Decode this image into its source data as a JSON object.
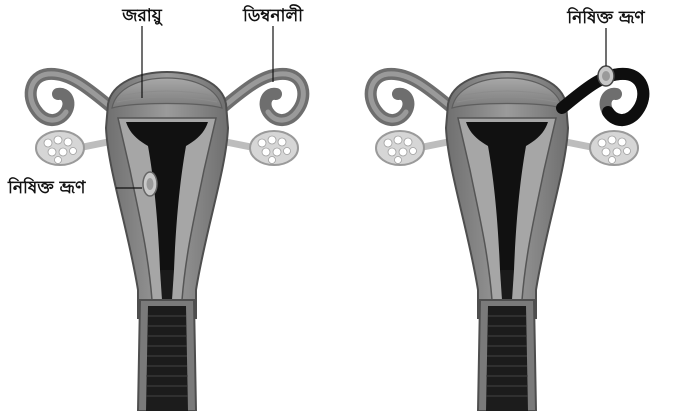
{
  "labels": {
    "uterus": "জরায়ু",
    "fallopian_tube": "ডিম্বনালী",
    "embryo_left": "নিষিক্ত ভ্রূণ",
    "embryo_right": "নিষিক্ত ভ্রূণ"
  },
  "colors": {
    "tissue_outer": "#7d7d7d",
    "tissue_mid": "#9a9a9a",
    "tissue_light": "#bdbdbd",
    "cavity": "#111111",
    "ovary": "#d6d6d6",
    "label": "#111111"
  }
}
